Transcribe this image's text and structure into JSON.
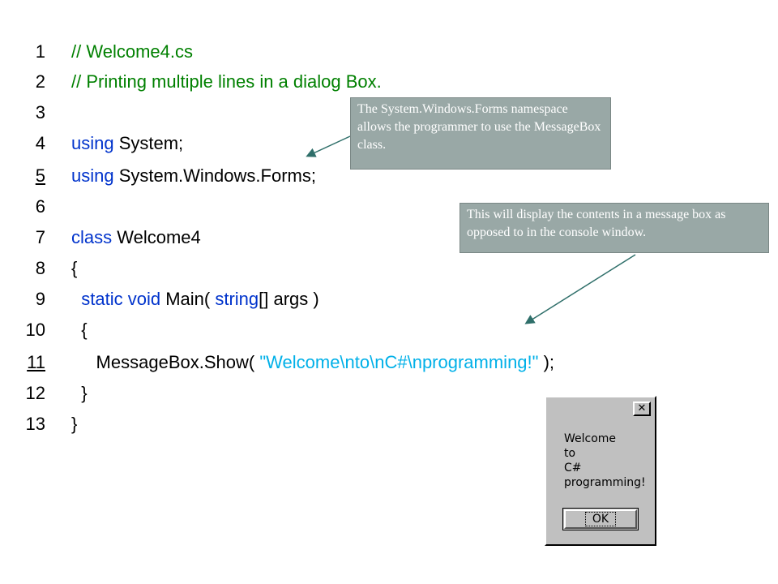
{
  "code": {
    "lines": [
      {
        "num": "1",
        "segs": [
          {
            "t": "// Welcome4.cs",
            "c": "cm"
          }
        ]
      },
      {
        "num": "2",
        "segs": [
          {
            "t": "// Printing multiple lines in a dialog Box.",
            "c": "cm"
          }
        ]
      },
      {
        "num": "3",
        "segs": []
      },
      {
        "num": "4",
        "segs": [
          {
            "t": "using",
            "c": "kw"
          },
          {
            "t": " System;",
            "c": ""
          }
        ]
      },
      {
        "num": "5",
        "segs": [
          {
            "t": "using",
            "c": "kw"
          },
          {
            "t": " System.Windows.Forms;",
            "c": ""
          }
        ]
      },
      {
        "num": "6",
        "segs": []
      },
      {
        "num": "7",
        "segs": [
          {
            "t": "class",
            "c": "kw"
          },
          {
            "t": " Welcome4",
            "c": ""
          }
        ]
      },
      {
        "num": "8",
        "segs": [
          {
            "t": "{",
            "c": ""
          }
        ]
      },
      {
        "num": "9",
        "segs": [
          {
            "t": "  ",
            "c": ""
          },
          {
            "t": "static",
            "c": "kw"
          },
          {
            "t": " ",
            "c": ""
          },
          {
            "t": "void",
            "c": "kw"
          },
          {
            "t": " Main( ",
            "c": ""
          },
          {
            "t": "string",
            "c": "kw"
          },
          {
            "t": "[] args )",
            "c": ""
          }
        ]
      },
      {
        "num": "10",
        "segs": [
          {
            "t": "  {",
            "c": ""
          }
        ]
      },
      {
        "num": "11",
        "segs": [
          {
            "t": "     MessageBox.Show( ",
            "c": ""
          },
          {
            "t": "\"Welcome\\nto\\nC#\\nprogramming!\"",
            "c": "str"
          },
          {
            "t": " );",
            "c": ""
          }
        ]
      },
      {
        "num": "12",
        "segs": [
          {
            "t": "  }",
            "c": ""
          }
        ]
      },
      {
        "num": "13",
        "segs": [
          {
            "t": "}",
            "c": ""
          }
        ]
      }
    ]
  },
  "callouts": {
    "namespace_note": "The System.Windows.Forms namespace allows the programmer to use the MessageBox  class.",
    "display_note": "This will display the contents in a message box as opposed to in the console window."
  },
  "messagebox": {
    "close_glyph": "✕",
    "lines": [
      "Welcome",
      "to",
      "C#",
      "programming!"
    ],
    "ok_label": "OK"
  },
  "colors": {
    "comment": "#008000",
    "keyword": "#0033cc",
    "string": "#00b0e8",
    "callout_bg": "#99a8a6"
  }
}
